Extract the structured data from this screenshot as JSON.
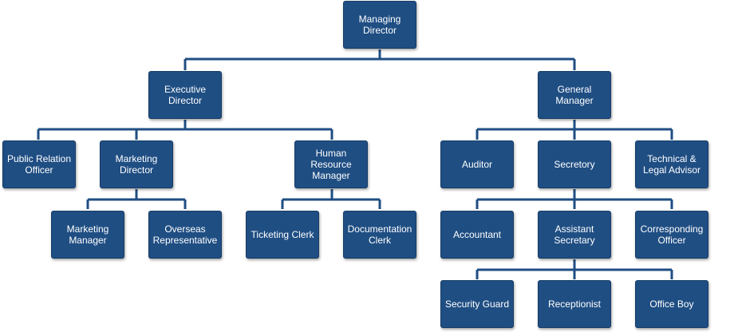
{
  "colors": {
    "box_fill": "#1f4e83",
    "box_border": "#163c66",
    "box_text": "#ffffff",
    "connector": "#1f4e83"
  },
  "nodes": {
    "managing_director": "Managing\nDirector",
    "executive_director": "Executive\nDirector",
    "general_manager": "General\nManager",
    "public_relation_officer": "Public Relation\nOfficer",
    "marketing_director": "Marketing\nDirector",
    "hr_manager": "Human\nResource\nManager",
    "auditor": "Auditor",
    "secretory": "Secretory",
    "technical_legal_advisor": "Technical &\nLegal Advisor",
    "marketing_manager": "Marketing\nManager",
    "overseas_representative": "Overseas\nRepresentative",
    "ticketing_clerk": "Ticketing Clerk",
    "documentation_clerk": "Documentation\nClerk",
    "accountant": "Accountant",
    "assistant_secretary": "Assistant\nSecretary",
    "corresponding_officer": "Corresponding\nOfficer",
    "security_guard": "Security Guard",
    "receptionist": "Receptionist",
    "office_boy": "Office Boy"
  }
}
